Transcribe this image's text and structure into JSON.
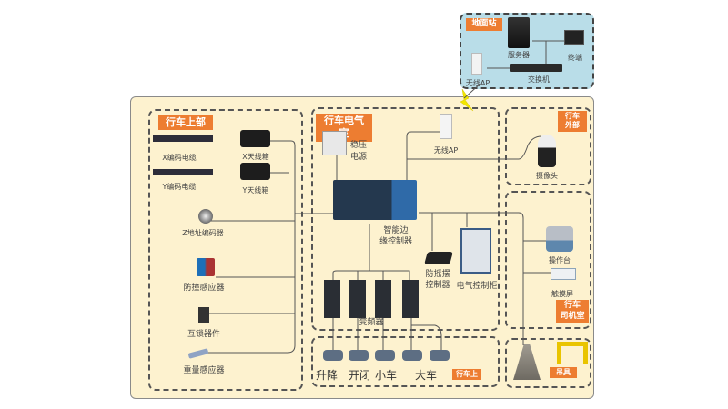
{
  "zones": {
    "ground_station": "地面站",
    "crane_top": "行车上部",
    "crane_electrical_room": "行车电气室",
    "crane_exterior": "行车\n外部",
    "crane_cab": "行车\n司机室",
    "crane_on": "行车上",
    "spreader": "吊具"
  },
  "ground_station": {
    "server": "服务器",
    "terminal": "终端",
    "switch": "交换机",
    "wireless_ap": "无线AP"
  },
  "crane_top": {
    "x_encode_cable": "X编码电缆",
    "y_encode_cable": "Y编码电缆",
    "x_antenna_box": "X天线箱",
    "y_antenna_box": "Y天线箱",
    "z_encoder": "Z地址编码器",
    "anti_collision_sensor": "防撞感应器",
    "interlock_device": "互锁器件",
    "weight_sensor": "重量感应器"
  },
  "electrical_room": {
    "voltage_regulator": "稳压\n电源",
    "wireless_ap": "无线AP",
    "edge_controller": "智能边\n缘控制器",
    "anti_sway_controller": "防摇摆\n控制器",
    "control_cabinet": "电气控制柜",
    "inverters": "变频器"
  },
  "exterior": {
    "camera": "摄像头"
  },
  "cab": {
    "console": "操作台",
    "touchscreen": "触摸屏"
  },
  "motors": [
    "升降",
    "开闭",
    "小车",
    "大车"
  ],
  "colors": {
    "tag": "#ed7d31",
    "panel_bg": "#fdf2cf",
    "ground_bg": "#b9dde8",
    "wireless_bolt": "#f2e600"
  }
}
